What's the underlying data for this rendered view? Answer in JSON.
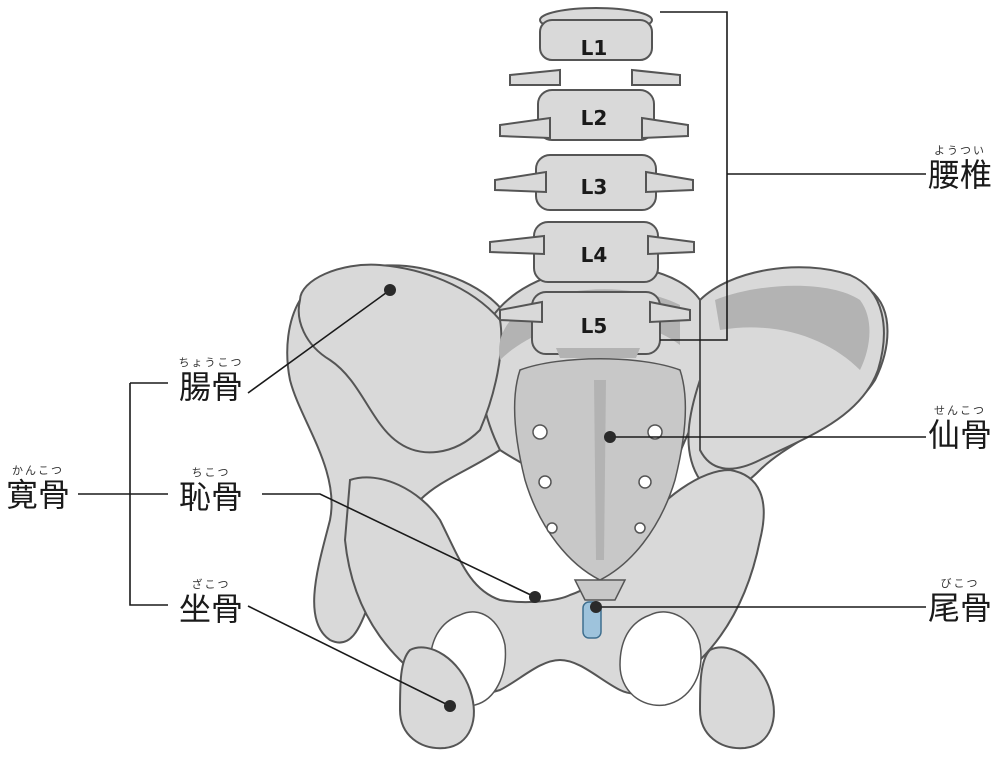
{
  "labels": {
    "lumbar": {
      "ruby": "ようつい",
      "text": "腰椎"
    },
    "ilium": {
      "ruby": "ちょうこつ",
      "text": "腸骨"
    },
    "hip": {
      "ruby": "かんこつ",
      "text": "寛骨"
    },
    "pubis": {
      "ruby": "ちこつ",
      "text": "恥骨"
    },
    "ischium": {
      "ruby": "ざこつ",
      "text": "坐骨"
    },
    "sacrum": {
      "ruby": "せんこつ",
      "text": "仙骨"
    },
    "coccyx": {
      "ruby": "びこつ",
      "text": "尾骨"
    }
  },
  "vertebrae": [
    "L1",
    "L2",
    "L3",
    "L4",
    "L5"
  ],
  "colors": {
    "bone": "#d9d9d9",
    "bone_shadow": "#b5b5b5",
    "outline": "#555555",
    "line": "#1a1a1a",
    "coccyx_tip": "#9ec3dc"
  }
}
